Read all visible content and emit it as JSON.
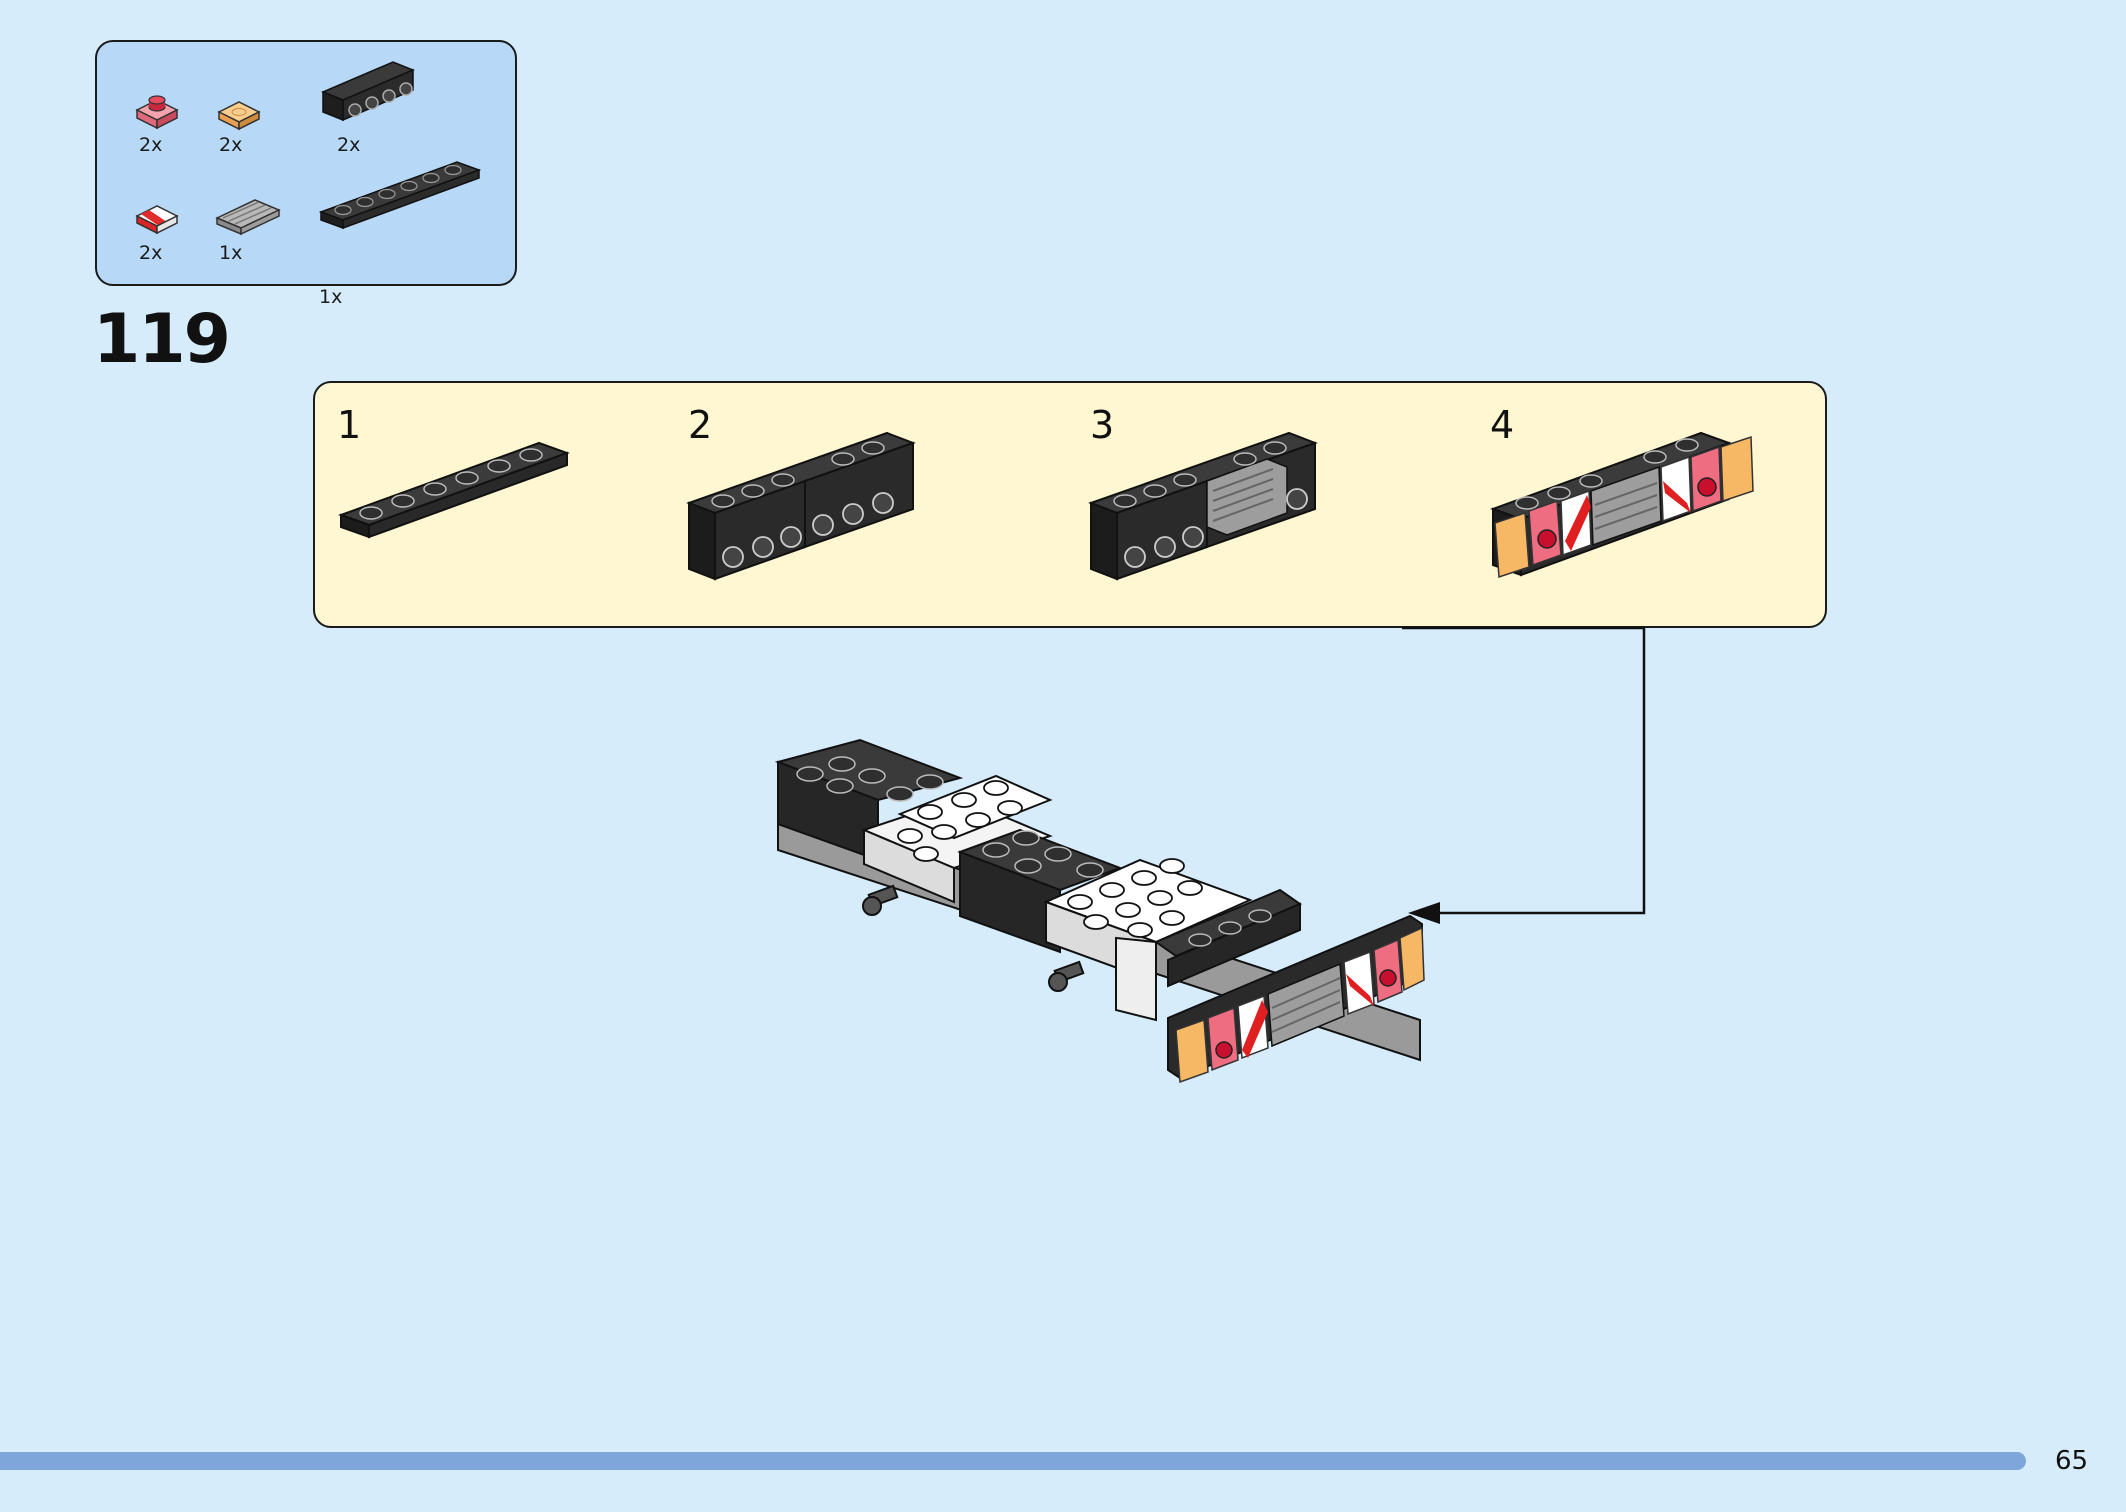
{
  "parts_list": [
    {
      "name": "trans-red-round-plate-1x1",
      "qty": "2x"
    },
    {
      "name": "trans-orange-tile-1x1",
      "qty": "2x"
    },
    {
      "name": "black-bracket-1x4",
      "qty": "2x"
    },
    {
      "name": "red-white-stripe-tile-1x1",
      "qty": "2x"
    },
    {
      "name": "grey-grille-tile-1x2",
      "qty": "1x"
    },
    {
      "name": "black-plate-1x6",
      "qty": "1x"
    }
  ],
  "step": {
    "number": "119",
    "substeps": [
      {
        "number": "1"
      },
      {
        "number": "2"
      },
      {
        "number": "3"
      },
      {
        "number": "4"
      }
    ]
  },
  "page_number": "65",
  "colors": {
    "background": "#d6ecfb",
    "parts_box": "#b7d8f7",
    "substep_box": "#fff7d2",
    "footer_bar": "#7fa6db",
    "brick_black": "#2b2b2b",
    "trans_red": "#e84a5f",
    "trans_orange": "#f5b060"
  }
}
